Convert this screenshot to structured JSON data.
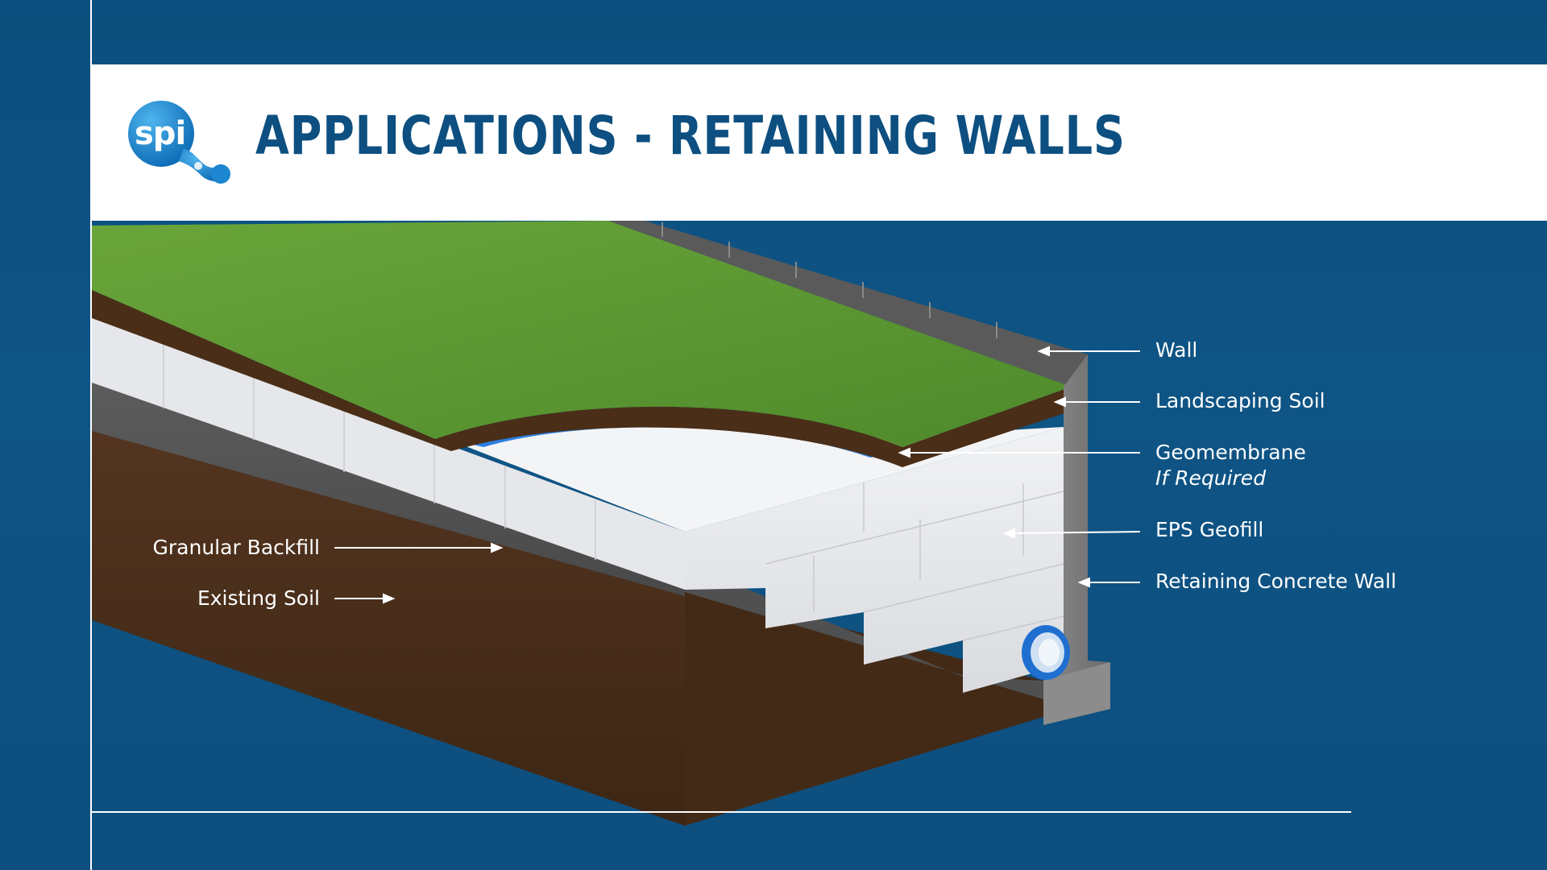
{
  "header": {
    "logo_text": "spi",
    "title": "APPLICATIONS - RETAINING WALLS"
  },
  "callouts": {
    "wall": "Wall",
    "landscaping_soil": "Landscaping Soil",
    "geomembrane": "Geomembrane",
    "geomembrane_note": "If Required",
    "eps_geofill": "EPS Geofill",
    "retaining_concrete_wall": "Retaining Concrete Wall",
    "granular_backfill": "Granular Backfill",
    "existing_soil": "Existing Soil"
  },
  "colors": {
    "background": "#0d5082",
    "title": "#0d4f80",
    "grass": "#5f9a35",
    "soil": "#4a2f1a",
    "eps": "#e8e9ec",
    "concrete": "#7d7d7d",
    "geomembrane": "#2b7fe0",
    "pipe": "#1f6fd1"
  }
}
